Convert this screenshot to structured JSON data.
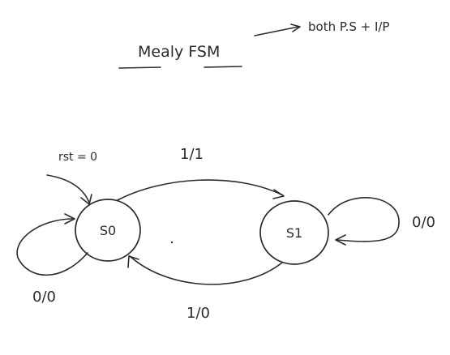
{
  "diagram": {
    "title": "Mealy FSM",
    "note": "both P.S + I/P",
    "reset_label": "rst = 0",
    "states": [
      {
        "id": "S0",
        "label": "S0"
      },
      {
        "id": "S1",
        "label": "S1"
      }
    ],
    "transitions": [
      {
        "from": "S0",
        "to": "S1",
        "label": "1/1"
      },
      {
        "from": "S1",
        "to": "S0",
        "label": "1/0"
      },
      {
        "from": "S0",
        "to": "S0",
        "label": "0/0"
      },
      {
        "from": "S1",
        "to": "S1",
        "label": "0/0"
      }
    ]
  }
}
